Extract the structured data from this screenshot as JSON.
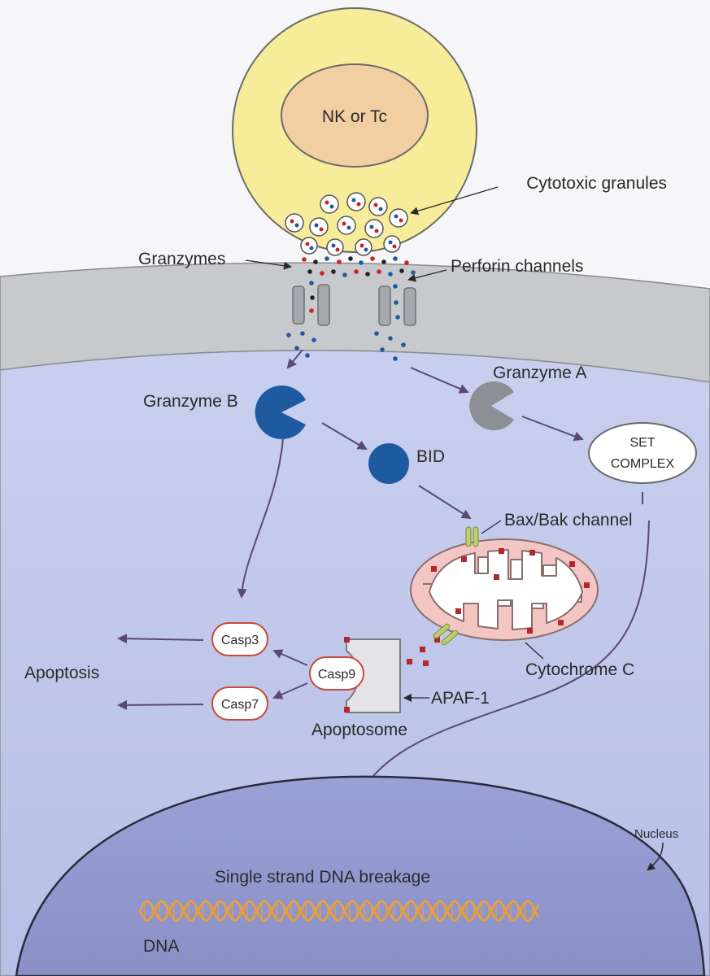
{
  "cell": {
    "name": "NK or Tc",
    "granules_label": "Cytotoxic granules",
    "granzymes_label": "Granzymes",
    "perforin_label": "Perforin channels"
  },
  "target": {
    "granzyme_b": "Granzyme B",
    "granzyme_a": "Granzyme A",
    "bid": "BID",
    "set_complex_line1": "SET",
    "set_complex_line2": "COMPLEX",
    "bax_bak": "Bax/Bak channel",
    "cytochrome_c": "Cytochrome C",
    "casp3": "Casp3",
    "casp7": "Casp7",
    "casp9": "Casp9",
    "apaf1": "APAF-1",
    "apoptosome": "Apoptosome",
    "apoptosis": "Apoptosis"
  },
  "nucleus": {
    "label": "Nucleus",
    "ssdna": "Single strand DNA breakage",
    "dna": "DNA"
  },
  "colors": {
    "killer_cell": "#f7ec9a",
    "killer_nucleus": "#f1cfa2",
    "membrane": "#c8c9cd",
    "cytoplasm": "#c6cdec",
    "nucleus": "#8e95cc",
    "granzyme_b": "#1e5aa0",
    "granzyme_a": "#8c8f94",
    "mitochondrion": "#f3c6c4",
    "cytochrome": "#b4282c",
    "bax_bak": "#bccf6a",
    "dna": "#f0a030",
    "arrow": "#5a4a72",
    "casp_border": "#c84a3a"
  }
}
